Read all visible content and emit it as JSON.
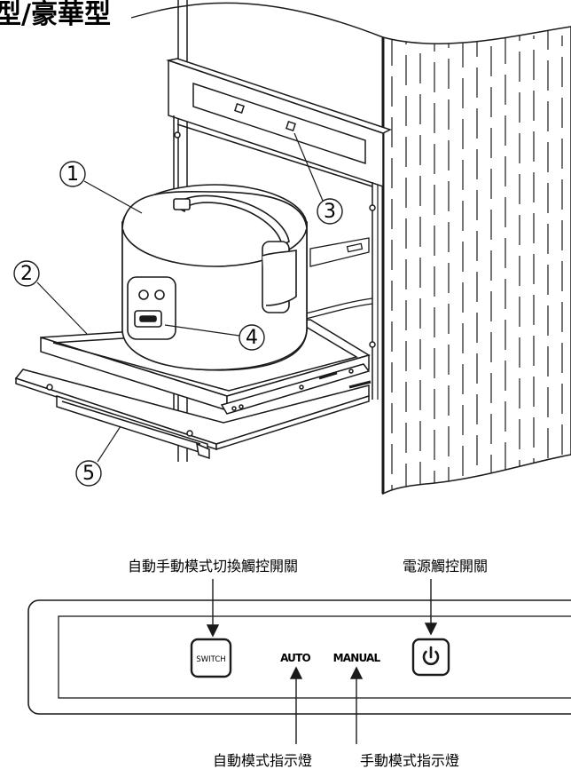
{
  "heading": "型/豪華型",
  "callouts": [
    "1",
    "2",
    "3",
    "4",
    "5"
  ],
  "panel": {
    "switch_button": "SWITCH",
    "auto_label": "AUTO",
    "manual_label": "MANUAL",
    "power_icon": "power-icon"
  },
  "annotations": {
    "mode_switch": "自動手動模式切換觸控開關",
    "power_switch": "電源觸控開關",
    "auto_indicator": "自動模式指示燈",
    "manual_indicator": "手動模式指示燈"
  },
  "colors": {
    "line": "#1a1a1a",
    "paper": "#ffffff"
  }
}
